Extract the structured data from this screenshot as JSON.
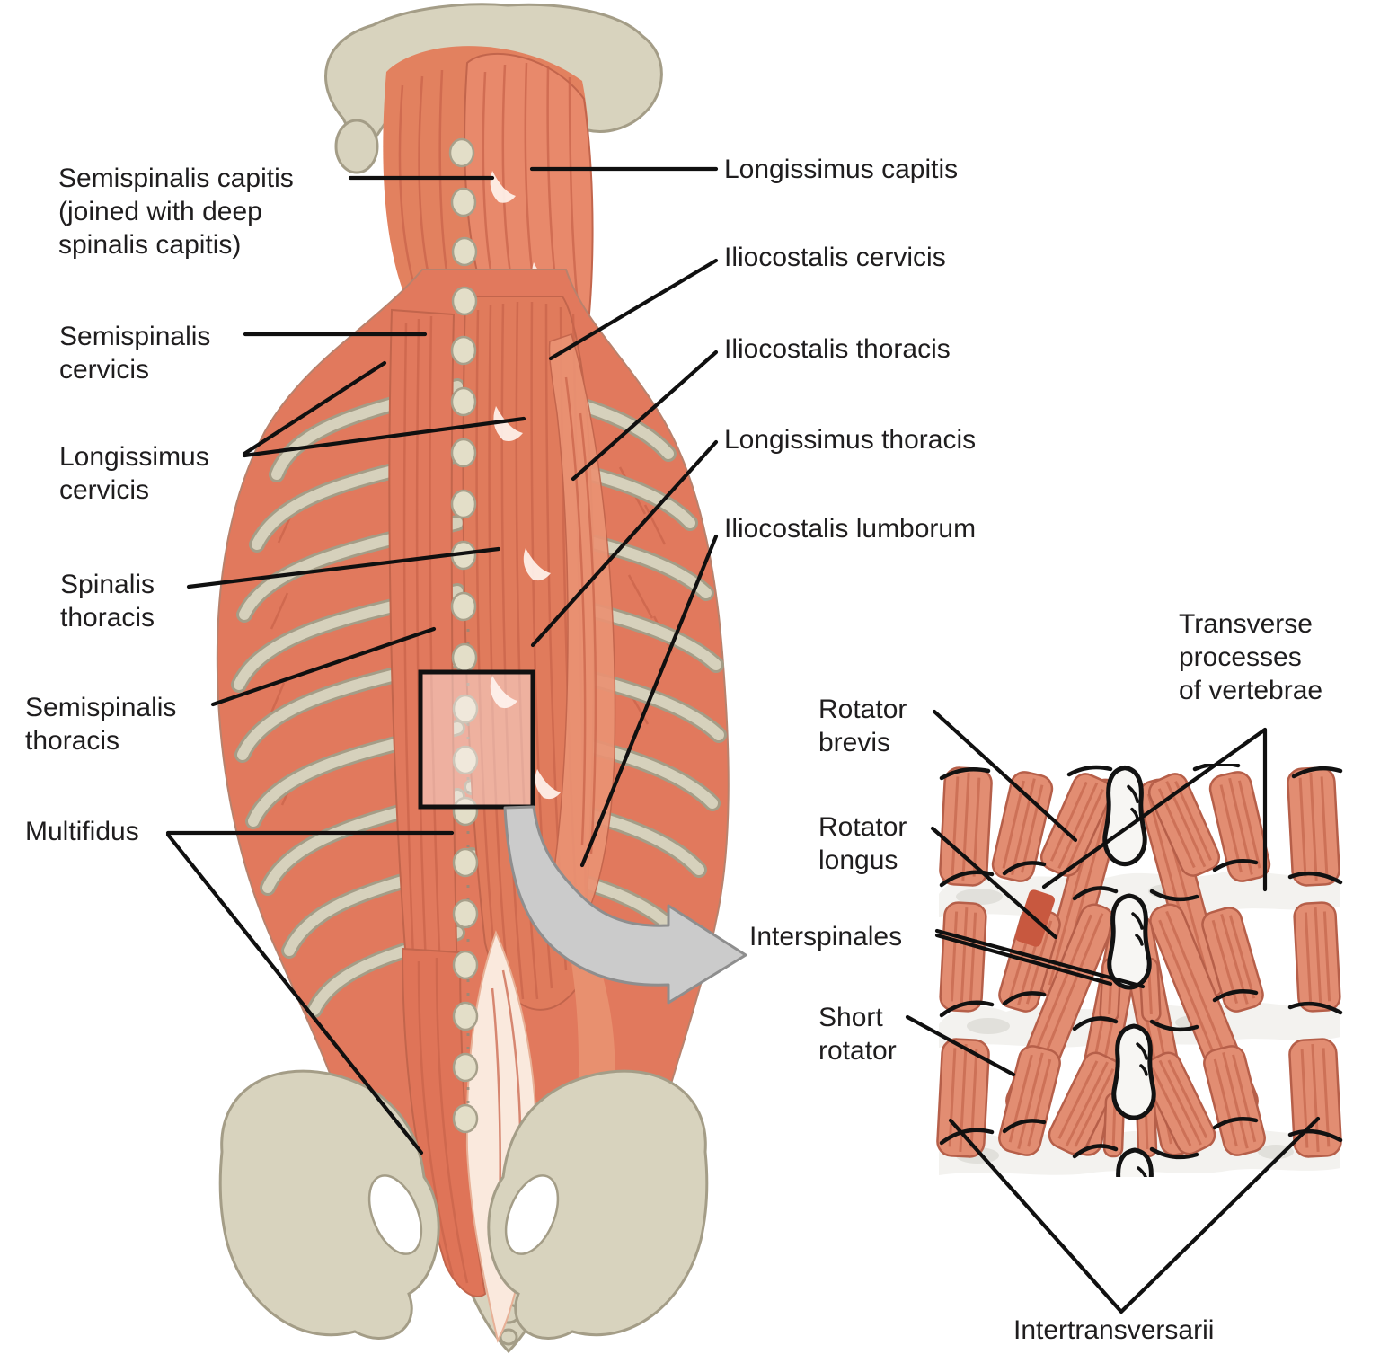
{
  "labels": {
    "semispinalis_capitis": "Semispinalis capitis\n(joined with deep\nspinalis capitis)",
    "semispinalis_cervicis": "Semispinalis\ncervicis",
    "longissimus_cervicis": "Longissimus\ncervicis",
    "spinalis_thoracis": "Spinalis\nthoracis",
    "semispinalis_thoracis": "Semispinalis\nthoracis",
    "multifidus": "Multifidus",
    "longissimus_capitis": "Longissimus capitis",
    "iliocostalis_cervicis": "Iliocostalis cervicis",
    "iliocostalis_thoracis": "Iliocostalis thoracis",
    "longissimus_thoracis": "Longissimus thoracis",
    "iliocostalis_lumborum": "Iliocostalis lumborum",
    "rotator_brevis": "Rotator\nbrevis",
    "rotator_longus": "Rotator\nlongus",
    "interspinales": "Interspinales",
    "short_rotator": "Short\nrotator",
    "transverse_processes": "Transverse\nprocesses\nof vertebrae",
    "intertransversarii": "Intertransversarii"
  },
  "colors": {
    "muscle": "#E58A6E",
    "muscle_dark": "#C9644B",
    "muscle_deep_red": "#C8583F",
    "muscle_highlight": "#FAE9DD",
    "bone": "#D8D3BE",
    "bone_outline": "#A49D87",
    "inset_bone": "#F5F4F1",
    "label_text": "#1f1d1e",
    "leader_line": "#101010",
    "zoom_arrow_fill": "#CBCBCB",
    "zoom_arrow_outline": "#8E8E8E",
    "background": "#FFFFFF"
  }
}
